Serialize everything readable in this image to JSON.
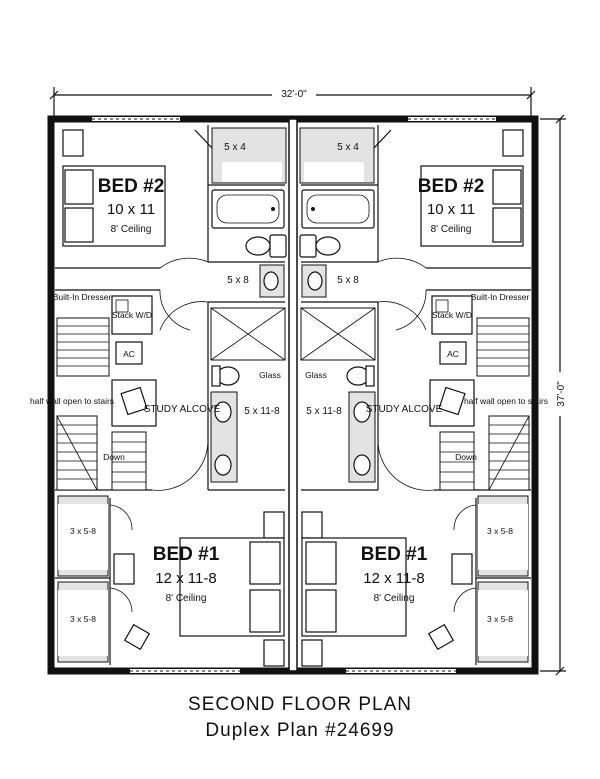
{
  "overall_width": "32'-0\"",
  "overall_depth": "37'-0\"",
  "title": "SECOND FLOOR PLAN",
  "subtitle": "Duplex Plan #24699",
  "units": [
    {
      "bed2_name": "BED #2",
      "bed2_size": "10 x 11",
      "bed2_ceiling": "8' Ceiling",
      "closet_top": "5 x 4",
      "bath_top": "5 x 8",
      "builtin_dresser": "Built-In Dresser",
      "stack_wd": "Stack W/D",
      "ac": "AC",
      "glass": "Glass",
      "bath_mid": "5 x 11-8",
      "study_alcove": "STUDY ALCOVE",
      "half_wall": "half wall open to stairs",
      "down": "Down",
      "closet_a": "3 x 5-8",
      "closet_b": "3 x 5-8",
      "bed1_name": "BED #1",
      "bed1_size": "12 x 11-8",
      "bed1_ceiling": "8' Ceiling"
    },
    {
      "bed2_name": "BED #2",
      "bed2_size": "10 x 11",
      "bed2_ceiling": "8' Ceiling",
      "closet_top": "5 x 4",
      "bath_top": "5 x 8",
      "builtin_dresser": "Built-In Dresser",
      "stack_wd": "Stack W/D",
      "ac": "AC",
      "glass": "Glass",
      "bath_mid": "5 x 11-8",
      "study_alcove": "STUDY ALCOVE",
      "half_wall": "half wall open to stairs",
      "down": "Down",
      "closet_a": "3 x 5-8",
      "closet_b": "3 x 5-8",
      "bed1_name": "BED #1",
      "bed1_size": "12 x 11-8",
      "bed1_ceiling": "8' Ceiling"
    }
  ]
}
